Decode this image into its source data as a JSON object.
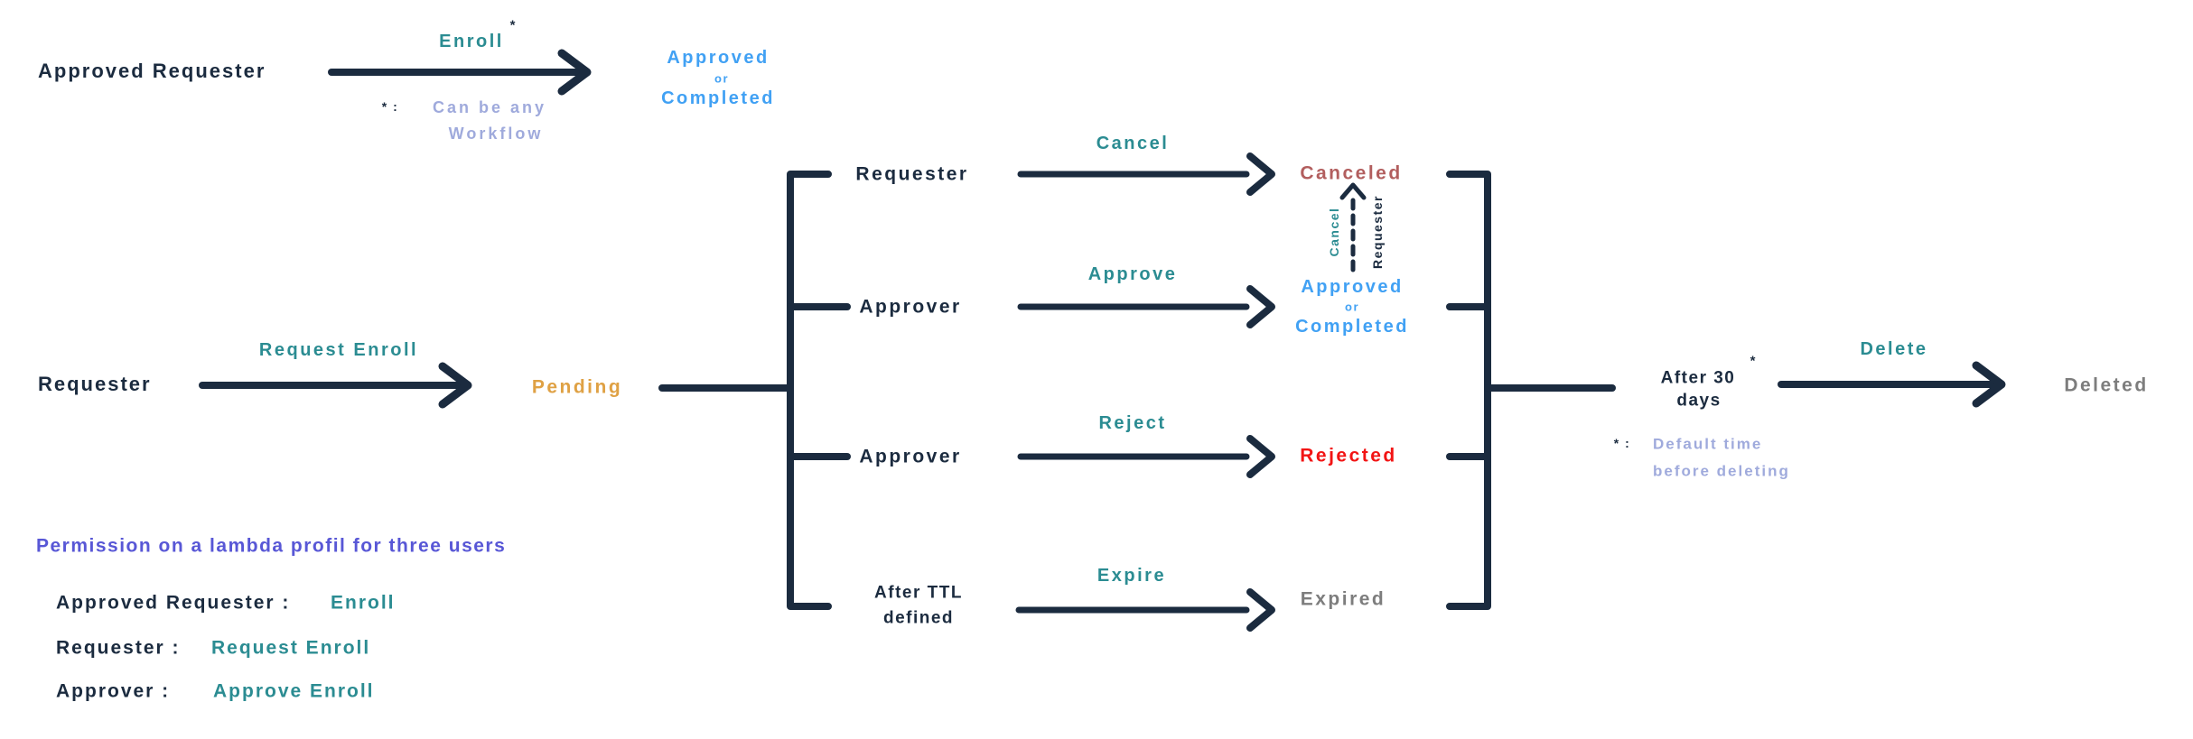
{
  "colors": {
    "line_and_text": "#1B2B3F",
    "action": "#2B8C92",
    "approved": "#41A1F4",
    "pending": "#DFA144",
    "canceled": "#B25E5E",
    "rejected": "#F21414",
    "neutral_state": "#7D7D7D",
    "note": "#9FAADC",
    "legend_title": "#5857D6"
  },
  "top_flow": {
    "actor": "Approved Requester",
    "action": "Enroll",
    "asterisk": "*",
    "result_line1": "Approved",
    "result_line2": "or",
    "result_line3": "Completed",
    "note_marker": "* :",
    "note_line1": "Can be any",
    "note_line2": "Workflow"
  },
  "main_flow": {
    "actor": "Requester",
    "action": "Request Enroll",
    "state": "Pending"
  },
  "branches": [
    {
      "trigger": "Requester",
      "action": "Cancel",
      "result": "Canceled"
    },
    {
      "trigger": "Approver",
      "action": "Approve",
      "result_line1": "Approved",
      "result_line2": "or",
      "result_line3": "Completed"
    },
    {
      "trigger": "Approver",
      "action": "Reject",
      "result": "Rejected"
    },
    {
      "trigger_line1": "After TTL",
      "trigger_line2": "defined",
      "action": "Expire",
      "result": "Expired"
    }
  ],
  "cancel_link": {
    "action": "Cancel",
    "actor": "Requester"
  },
  "deletion": {
    "wait_line1": "After 30",
    "wait_line2": "days",
    "asterisk": "*",
    "action": "Delete",
    "result": "Deleted",
    "note_marker": "* :",
    "note_line1": "Default time",
    "note_line2": "before deleting"
  },
  "legend": {
    "title": "Permission on a lambda profil for three users",
    "rows": [
      {
        "role": "Approved Requester :",
        "value": "Enroll"
      },
      {
        "role": "Requester :",
        "value": "Request Enroll"
      },
      {
        "role": "Approver :",
        "value": "Approve Enroll"
      }
    ]
  }
}
